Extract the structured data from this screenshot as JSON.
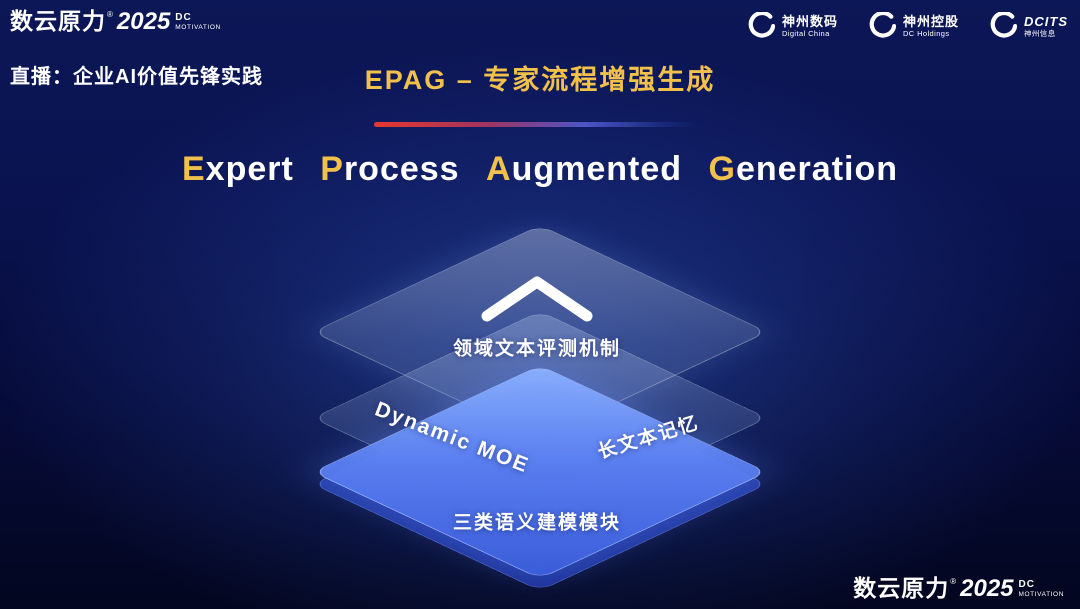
{
  "colors": {
    "gold_accent": "#f2c14b",
    "divider_red": "#e8372c",
    "divider_blue": "#3d5adc",
    "layer_blue": "#5c82f4",
    "background_navy": "#0a1350"
  },
  "brand": {
    "name": "数云原力",
    "reg": "®",
    "year": "2025",
    "dc": "DC",
    "motivation": "MOTIVATION"
  },
  "header": {
    "live_label": "直播：企业AI价值先锋实践",
    "title": "EPAG – 专家流程增强生成",
    "partners": [
      {
        "name": "神州数码",
        "sub": "Digital China"
      },
      {
        "name": "神州控股",
        "sub": "DC Holdings"
      },
      {
        "name": "DCITS",
        "sub": "神州信息"
      }
    ]
  },
  "subtitle": {
    "words": [
      {
        "head": "E",
        "tail": "xpert"
      },
      {
        "head": "P",
        "tail": "rocess"
      },
      {
        "head": "A",
        "tail": "ugmented"
      },
      {
        "head": "G",
        "tail": "eneration"
      }
    ]
  },
  "diagram": {
    "top_layer_label": "领域文本评测机制",
    "middle_layer_label_left": "Dynamic  MOE",
    "middle_layer_label_right": "长文本记忆",
    "bottom_layer_label": "三类语义建模模块",
    "icons": {
      "top_layer_icon": "chevron-up",
      "partner_icon": "swoosh-ring"
    }
  }
}
